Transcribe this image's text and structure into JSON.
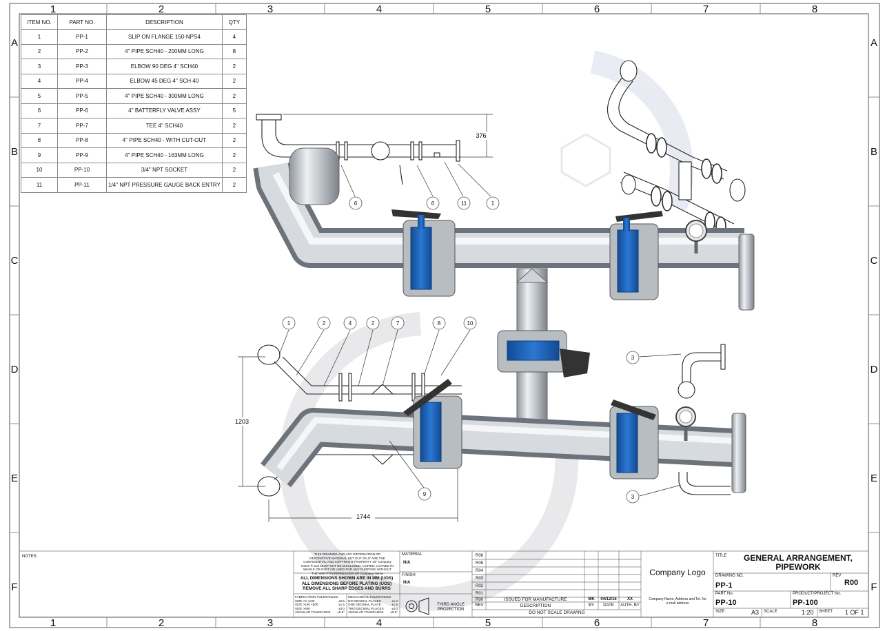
{
  "grid": {
    "columns": [
      "1",
      "2",
      "3",
      "4",
      "5",
      "6",
      "7",
      "8"
    ],
    "rows": [
      "A",
      "B",
      "C",
      "D",
      "E",
      "F"
    ]
  },
  "bom": {
    "headers": {
      "item": "ITEM NO.",
      "part": "PART NO.",
      "desc": "DESCRIPTION",
      "qty": "QTY"
    },
    "rows": [
      {
        "item": "1",
        "part": "PP-1",
        "desc": "SLIP ON FLANGE 150-NPS4",
        "qty": "4"
      },
      {
        "item": "2",
        "part": "PP-2",
        "desc": "4'' PIPE SCH40 - 200MM LONG",
        "qty": "8"
      },
      {
        "item": "3",
        "part": "PP-3",
        "desc": "ELBOW 90 DEG 4'' SCH40",
        "qty": "2"
      },
      {
        "item": "4",
        "part": "PP-4",
        "desc": "ELBOW 45 DEG 4'' SCH 40",
        "qty": "2"
      },
      {
        "item": "5",
        "part": "PP-5",
        "desc": "4'' PIPE SCH40 - 300MM LONG",
        "qty": "2"
      },
      {
        "item": "6",
        "part": "PP-6",
        "desc": "4'' BATTERFLY VALVE ASSY",
        "qty": "5"
      },
      {
        "item": "7",
        "part": "PP-7",
        "desc": "TEE 4'' SCH40",
        "qty": "2"
      },
      {
        "item": "8",
        "part": "PP-8",
        "desc": "4'' PIPE SCH40 - WITH CUT-OUT",
        "qty": "2"
      },
      {
        "item": "9",
        "part": "PP-9",
        "desc": "4'' PIPE SCH40 - 163MM LONG",
        "qty": "2"
      },
      {
        "item": "10",
        "part": "PP-10",
        "desc": "3/4'' NPT SOCKET",
        "qty": "2"
      },
      {
        "item": "11",
        "part": "PP-11",
        "desc": "1/4'' NPT PRESSURE GAUGE BACK ENTRY",
        "qty": "2"
      }
    ]
  },
  "dimensions": {
    "d376": "376",
    "d1203": "1203",
    "d1744": "1744"
  },
  "balloons": {
    "top": [
      "6",
      "6",
      "11",
      "1"
    ],
    "front": [
      "1",
      "2",
      "4",
      "2",
      "7",
      "8",
      "10"
    ],
    "b9": "9",
    "b3a": "3",
    "b3b": "3"
  },
  "title_block": {
    "notes_label": "NOTES:",
    "confidential": [
      "THIS DRAWING AND ANY INFORMATION OR",
      "DESCRIPTIVE MATERIAL SET OUT ON IT ARE THE",
      "CONFIDENTIAL AND COPYRIGHT PROPERTY OF Company",
      "Name ® and MUST NOT BE DISCLOSED, COPIED, LOANED IN",
      "WHOLE OR PART OR USED FOR ANY PURPOSE WITHOUT",
      "THE WRITTEN PERMISSION OF Company Name"
    ],
    "dims_note": [
      "ALL DIMENSIONS SHOWN ARE IN MM (UOS)",
      "ALL DIMENSIONS BEFORE PLATING (UOS)",
      "REMOVE ALL SHARP EDGES AND BURRS"
    ],
    "fab_tol": {
      "title": "FABRICATION TOLERANCES",
      "rows": [
        [
          "SIZE >0 <100",
          "±0.5"
        ],
        [
          "SIZE >100 <500",
          "±1.5"
        ],
        [
          "SIZE >500",
          "±3.0"
        ],
        [
          "ANGULAR TOLERANCE",
          "±0.5°"
        ]
      ]
    },
    "mech_tol": {
      "title": "MECHANICAL TOLERANCES",
      "rows": [
        [
          "NO DECIMAL PLACES",
          "±1.0"
        ],
        [
          "ONE DECIMAL PLACE",
          "±1.5"
        ],
        [
          "TWO DECIMAL PLACES",
          "±3.0"
        ],
        [
          "ANGULAR TOLERANCE",
          "±0.5°"
        ]
      ]
    },
    "material_label": "MATERIAL",
    "material_value": "N/A",
    "finish_label": "FINISH",
    "finish_value": "N/A",
    "projection": "THIRD ANGLE PROJECTION",
    "revs": [
      "R06",
      "R05",
      "R04",
      "R03",
      "R02",
      "R01",
      "R00"
    ],
    "rev_desc": "ISSUED FOR MANUFACTURE",
    "rev_by": "MK",
    "rev_date": "04/12/16",
    "rev_auth": "XX",
    "rev_header": {
      "rev": "REV",
      "desc": "DESCRIPTION",
      "by": "BY",
      "date": "DATE",
      "auth": "AUTH. BY"
    },
    "do_not_scale": "DO NOT SCALE DRAWING",
    "company_logo": "Company Logo",
    "company_details": [
      "Company Name, Address and Tel. No",
      "e-mail address"
    ],
    "title_label": "TITLE",
    "title_lines": [
      "GENERAL ARRANGEMENT,",
      "PIPEWORK"
    ],
    "drawing_no_label": "DRAWING NO.",
    "drawing_no": "PP-1",
    "rev_label": "REV",
    "rev_value": "R00",
    "part_no_label": "PART No.",
    "part_no": "PP-10",
    "product_label": "PRODUCT/PROJECT No.",
    "product_no": "PP-100",
    "size_label": "SIZE",
    "size_value": "A3",
    "scale_label": "SCALE",
    "scale_value": "1:20",
    "sheet_label": "SHEET",
    "sheet_value": "1 OF 1"
  },
  "colors": {
    "valve_blue": "#1d5fb5",
    "pipe_grey": "#c9cdd2",
    "line": "#222222"
  }
}
